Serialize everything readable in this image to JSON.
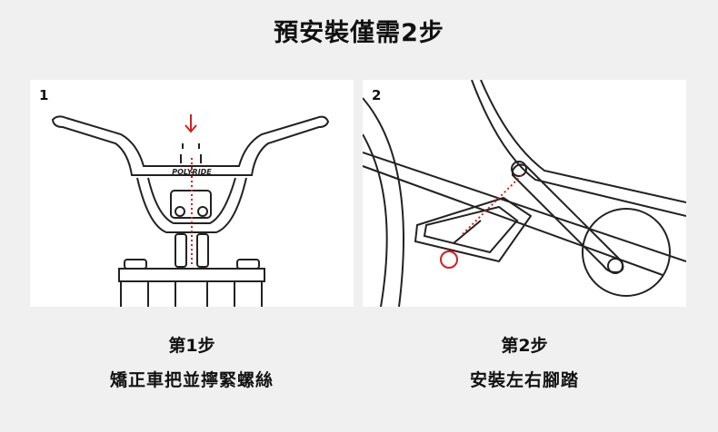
{
  "title": "預安裝僅需2步",
  "steps": [
    {
      "number": "1",
      "label": "第1步",
      "description": "矯正車把並擰緊螺絲",
      "brand_text": "POLYRIDE"
    },
    {
      "number": "2",
      "label": "第2步",
      "description": "安裝左右腳踏"
    }
  ],
  "colors": {
    "accent": "#d21f1f",
    "line": "#222222"
  }
}
